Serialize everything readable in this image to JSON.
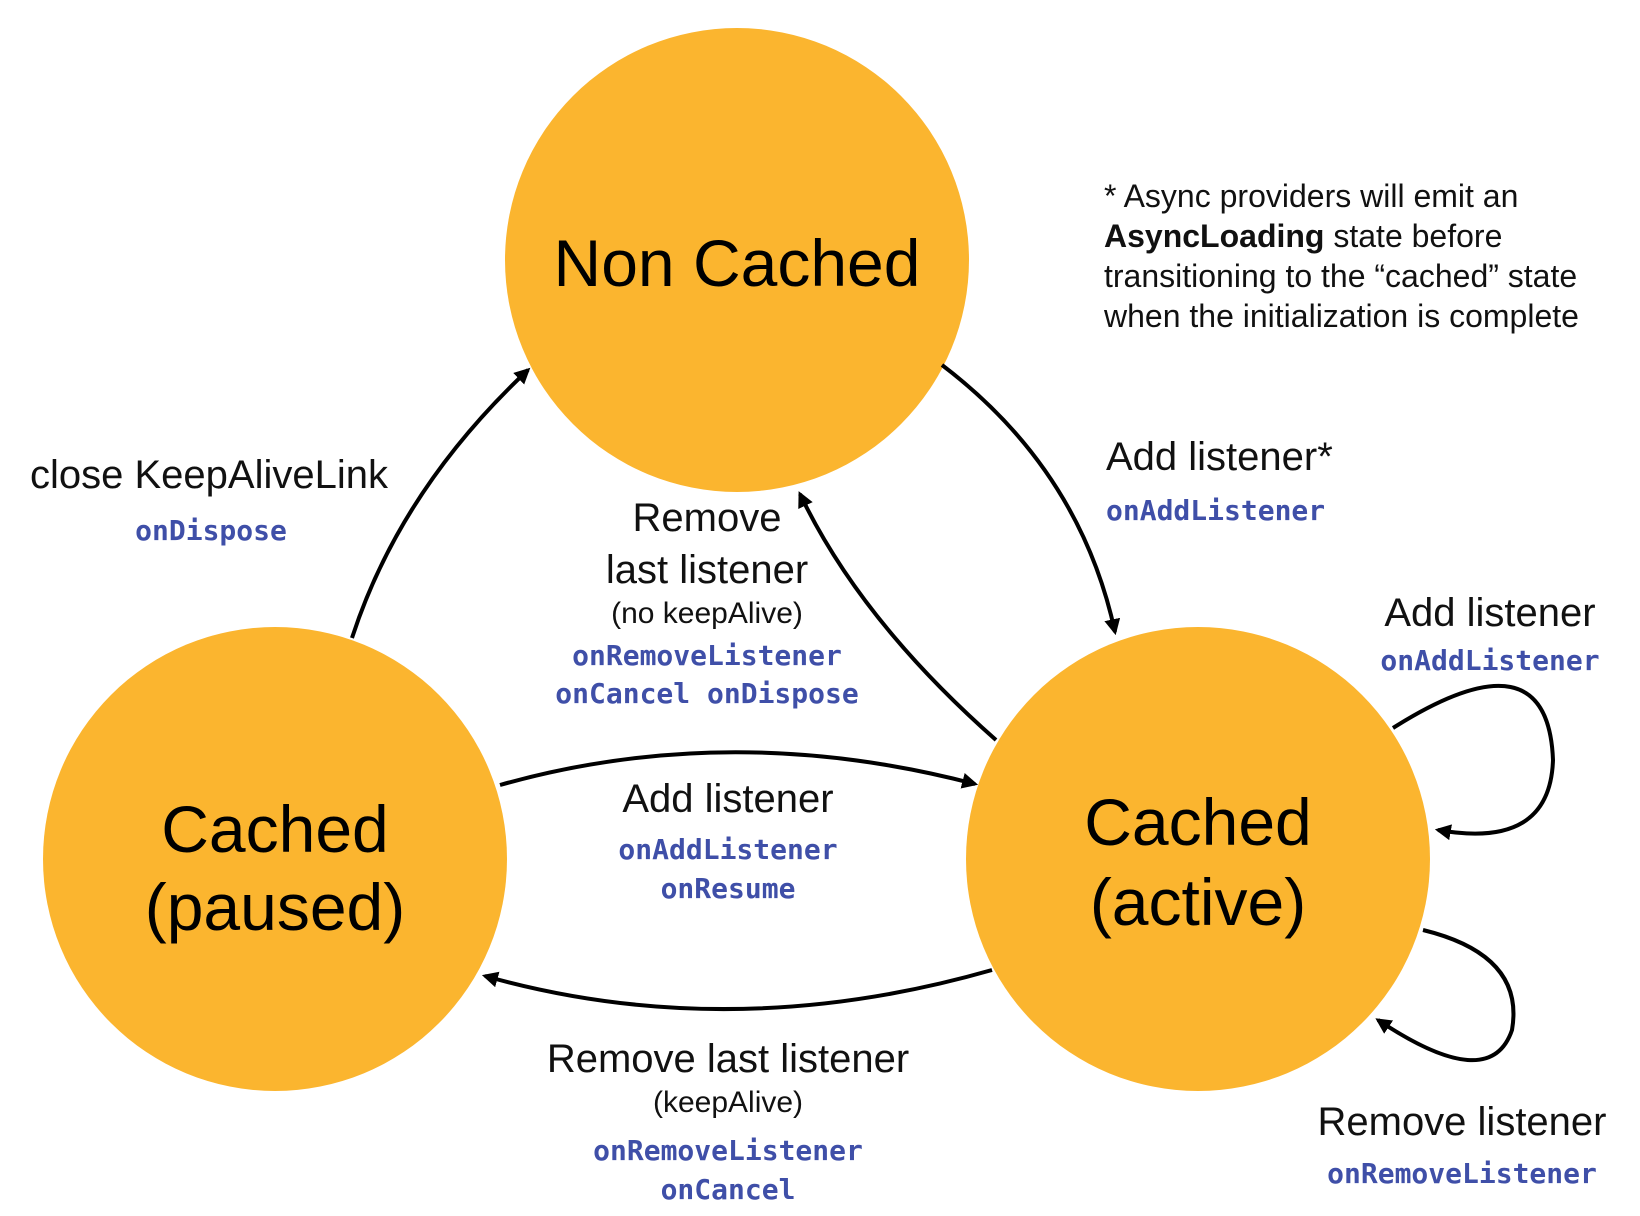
{
  "states": {
    "non_cached": "Non Cached",
    "cached_paused": [
      "Cached",
      "(paused)"
    ],
    "cached_active": [
      "Cached",
      "(active)"
    ]
  },
  "note": {
    "prefix": "* Async providers will emit an",
    "bold": "AsyncLoading",
    "rest_line2": " state before",
    "line3": "transitioning to the “cached” state",
    "line4": "when the initialization is complete"
  },
  "transitions": {
    "close_keepalive": {
      "label": "close KeepAliveLink",
      "callbacks": [
        "onDispose"
      ]
    },
    "add_listener_star": {
      "label": "Add listener*",
      "callbacks": [
        "onAddListener"
      ]
    },
    "remove_last_no_keepalive": {
      "label_lines": [
        "Remove",
        "last listener"
      ],
      "sub": "(no keepAlive)",
      "callbacks": [
        "onRemoveListener",
        "onCancel onDispose"
      ]
    },
    "add_listener_resume": {
      "label": "Add listener",
      "callbacks": [
        "onAddListener",
        "onResume"
      ]
    },
    "remove_last_keepalive": {
      "label": "Remove last listener",
      "sub": "(keepAlive)",
      "callbacks": [
        "onRemoveListener",
        "onCancel"
      ]
    },
    "self_add": {
      "label": "Add listener",
      "callbacks": [
        "onAddListener"
      ]
    },
    "self_remove": {
      "label": "Remove listener",
      "callbacks": [
        "onRemoveListener"
      ]
    }
  },
  "colors": {
    "state_fill": "#FBB52F",
    "callback_text": "#3F4FA8",
    "arrow": "#000000"
  }
}
